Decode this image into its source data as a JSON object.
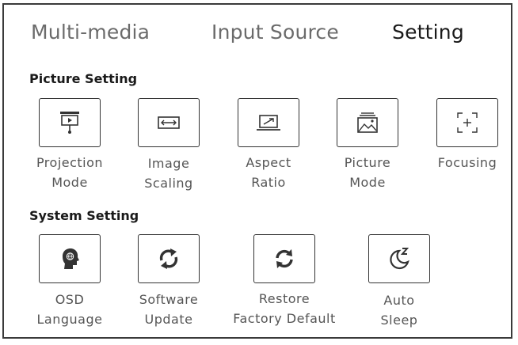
{
  "tabs": [
    {
      "label": "Multi-media",
      "active": false
    },
    {
      "label": "Input Source",
      "active": false
    },
    {
      "label": "Setting",
      "active": true
    }
  ],
  "picture_setting": {
    "title": "Picture Setting",
    "items": [
      {
        "line1": "Projection",
        "line2": "Mode",
        "icon": "projection-icon"
      },
      {
        "line1": "Image",
        "line2": "Scaling",
        "icon": "scaling-icon"
      },
      {
        "line1": "Aspect",
        "line2": "Ratio",
        "icon": "aspect-ratio-icon"
      },
      {
        "line1": "Picture",
        "line2": "Mode",
        "icon": "picture-icon"
      },
      {
        "line1": "Focusing",
        "line2": "",
        "icon": "focus-icon"
      }
    ]
  },
  "system_setting": {
    "title": "System Setting",
    "items": [
      {
        "line1": "OSD",
        "line2": "Language",
        "icon": "head-globe-icon"
      },
      {
        "line1": "Software",
        "line2": "Update",
        "icon": "refresh-icon"
      },
      {
        "line1": "Restore",
        "line2": "Factory Default",
        "icon": "restore-icon"
      },
      {
        "line1": "Auto",
        "line2": "Sleep",
        "icon": "moon-sleep-icon"
      }
    ]
  },
  "colors": {
    "border": "#3a3a3a",
    "inactive_tab": "#6b6b6b",
    "active_tab": "#1a1a1a",
    "label": "#555555"
  }
}
